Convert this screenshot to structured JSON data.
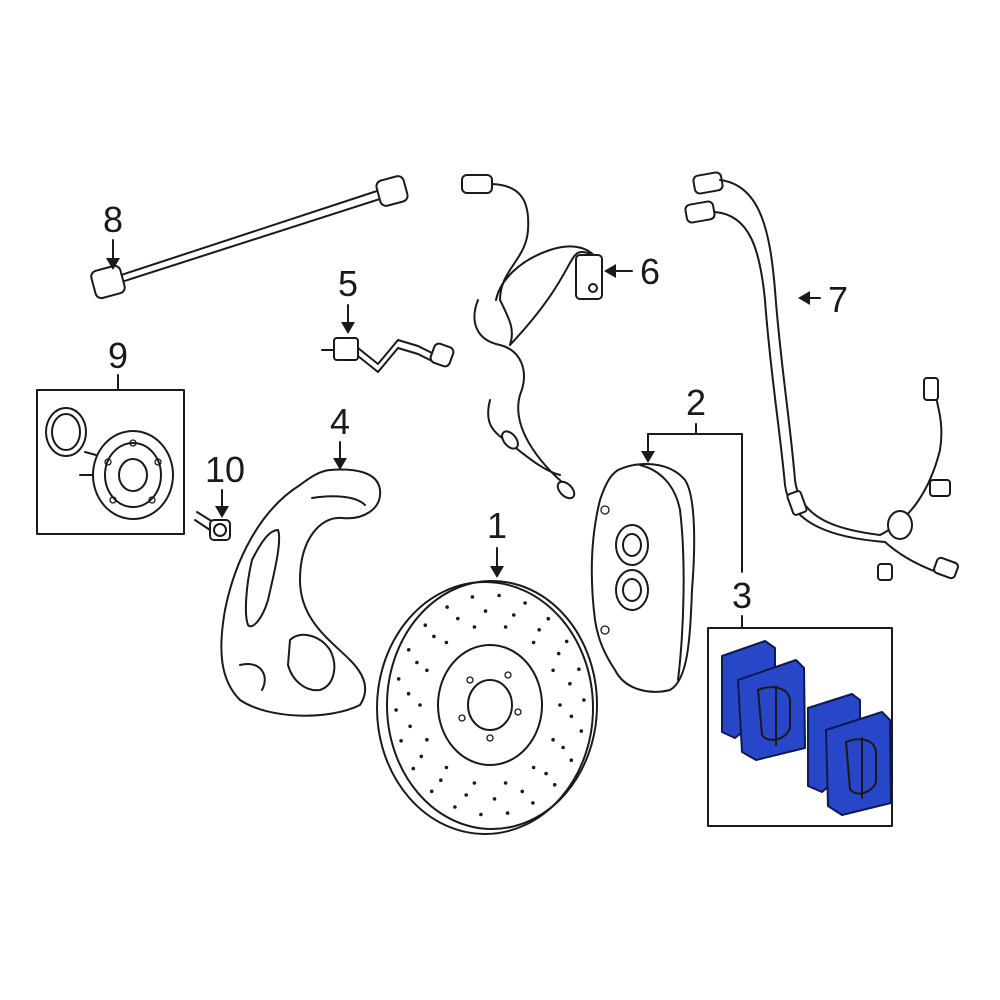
{
  "diagram": {
    "accent_color": "#2846c8",
    "line_color": "#1a1a1a",
    "callouts": [
      {
        "id": "1",
        "label": "1"
      },
      {
        "id": "2",
        "label": "2"
      },
      {
        "id": "3",
        "label": "3"
      },
      {
        "id": "4",
        "label": "4"
      },
      {
        "id": "5",
        "label": "5"
      },
      {
        "id": "6",
        "label": "6"
      },
      {
        "id": "7",
        "label": "7"
      },
      {
        "id": "8",
        "label": "8"
      },
      {
        "id": "9",
        "label": "9"
      },
      {
        "id": "10",
        "label": "10"
      }
    ],
    "highlighted_part": "3"
  }
}
